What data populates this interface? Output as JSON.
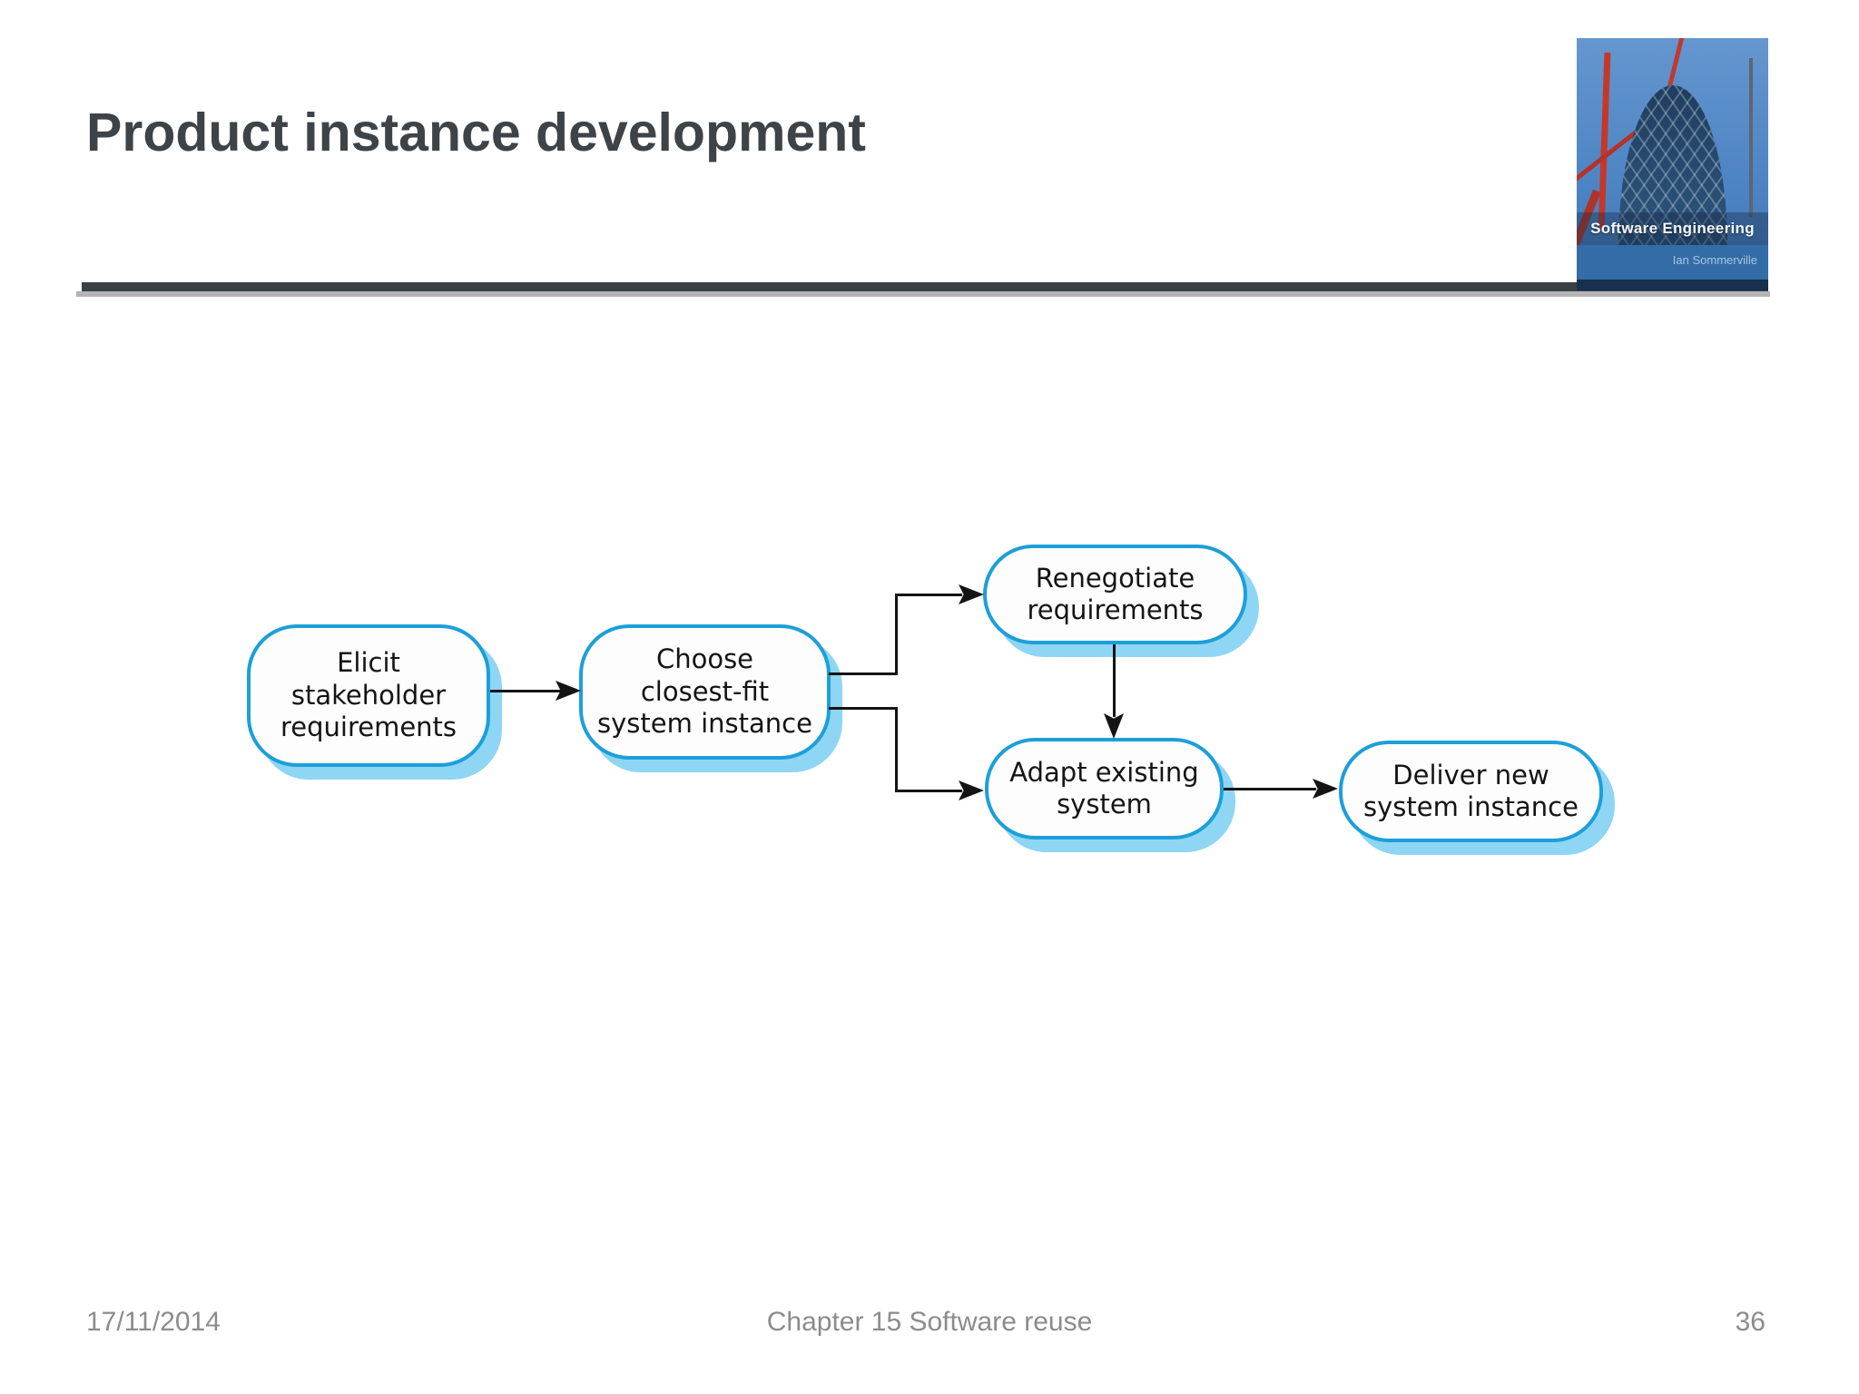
{
  "slide": {
    "title": "Product instance development",
    "footer": {
      "date": "17/11/2014",
      "center": "Chapter 15 Software reuse",
      "page_number": "36"
    }
  },
  "book_cover": {
    "title": "Software Engineering",
    "author": "Ian Sommerville",
    "icon": "book-cover-image"
  },
  "colors": {
    "node_border": "#1d9fd9",
    "node_fill": "#fdfdfe",
    "node_shadow": "#8ed6f4",
    "arrow": "#141414",
    "title_text": "#3e4347",
    "footer_text": "#8c8c8c",
    "rule_dark": "#3b4044",
    "rule_light": "#b4b4b6"
  },
  "diagram": {
    "type": "flowchart",
    "nodes": [
      {
        "id": "elicit-stakeholder-requirements",
        "label": "Elicit\nstakeholder\nrequirements"
      },
      {
        "id": "choose-closest-fit-system-instance",
        "label": "Choose\nclosest-fit\nsystem instance"
      },
      {
        "id": "renegotiate-requirements",
        "label": "Renegotiate\nrequirements"
      },
      {
        "id": "adapt-existing-system",
        "label": "Adapt existing\nsystem"
      },
      {
        "id": "deliver-new-system-instance",
        "label": "Deliver new\nsystem instance"
      }
    ],
    "edges": [
      {
        "from": "elicit-stakeholder-requirements",
        "to": "choose-closest-fit-system-instance"
      },
      {
        "from": "choose-closest-fit-system-instance",
        "to": "renegotiate-requirements"
      },
      {
        "from": "choose-closest-fit-system-instance",
        "to": "adapt-existing-system"
      },
      {
        "from": "renegotiate-requirements",
        "to": "adapt-existing-system"
      },
      {
        "from": "adapt-existing-system",
        "to": "deliver-new-system-instance"
      }
    ]
  }
}
